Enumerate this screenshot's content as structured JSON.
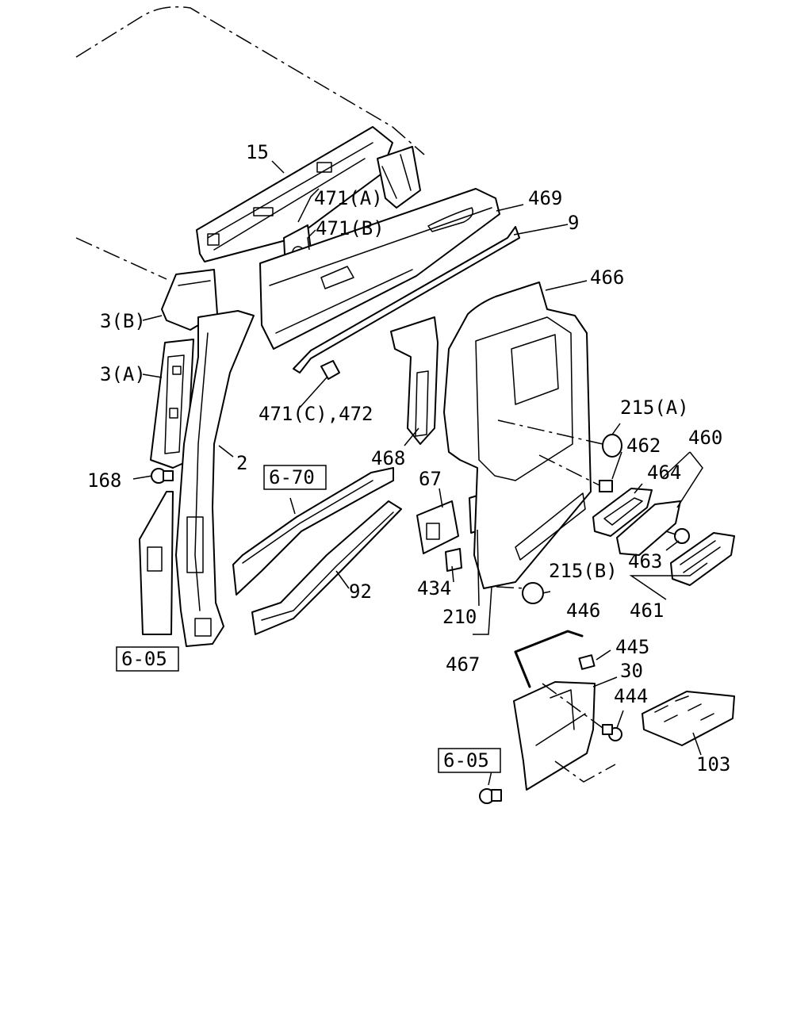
{
  "callouts": {
    "c15": "15",
    "c471a": "471(A)",
    "c471b": "471(B)",
    "c469": "469",
    "c9": "9",
    "c466": "466",
    "c3b": "3(B)",
    "c3a": "3(A)",
    "c471c": "471(C),472",
    "c215a": "215(A)",
    "c460": "460",
    "c462": "462",
    "c464": "464",
    "c468": "468",
    "c2": "2",
    "c168": "168",
    "c67": "67",
    "c463": "463",
    "c215b": "215(B)",
    "c92": "92",
    "c434": "434",
    "c461": "461",
    "c446": "446",
    "c210": "210",
    "c445": "445",
    "c467": "467",
    "c30": "30",
    "c444": "444",
    "c103": "103"
  },
  "references": {
    "r670": "6-70",
    "r605a": "6-05",
    "r605b": "6-05"
  }
}
